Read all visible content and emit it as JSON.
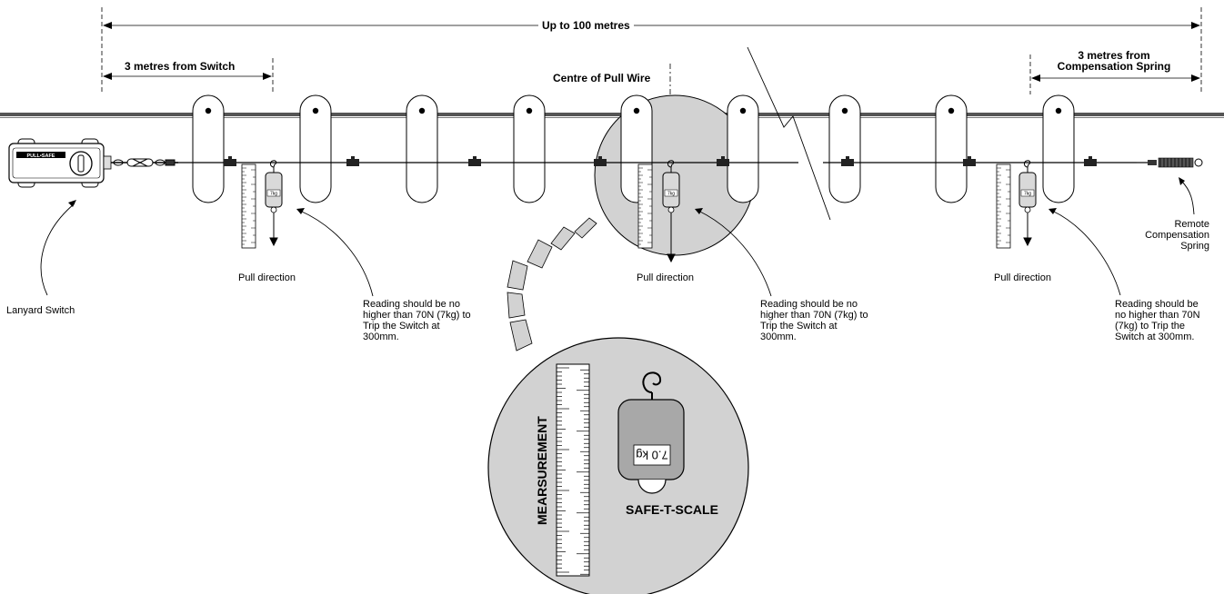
{
  "labels": {
    "overall_span": "Up to 100 metres",
    "from_switch": "3 metres from Switch",
    "from_spring": "3 metres from\nCompensation Spring",
    "centre": "Centre of Pull Wire",
    "lanyard_switch": "Lanyard Switch",
    "remote_spring": "Remote\nCompensation\nSpring",
    "pull_direction_left": "Pull direction",
    "pull_direction_centre": "Pull direction",
    "pull_direction_right": "Pull direction",
    "reading_left": "Reading should be no higher than 70N (7kg) to Trip the Switch at 300mm.",
    "reading_centre": "Reading should be no higher than 70N (7kg) to Trip the Switch at 300mm.",
    "reading_right": "Reading should be no higher than 70N (7kg) to Trip the Switch at 300mm.",
    "brand": "PULL•SAFE",
    "gauge_small": "7kg",
    "gauge_large": "7.0 kg",
    "measurement": "MEARSUREMENT",
    "scale_name": "SAFE-T-SCALE"
  }
}
